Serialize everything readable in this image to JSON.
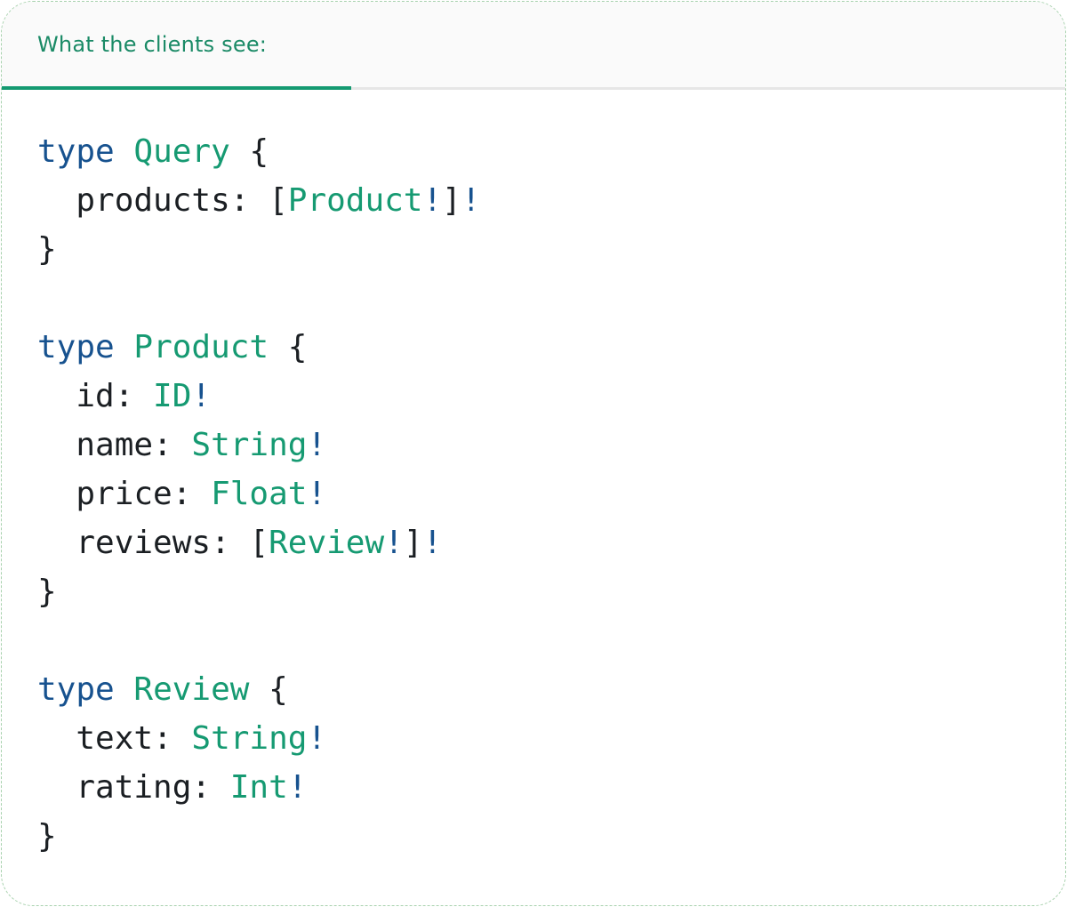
{
  "header": {
    "title": "What the clients see:"
  },
  "code": {
    "language": "graphql",
    "lines": [
      [
        [
          "k",
          "type"
        ],
        [
          "p",
          " "
        ],
        [
          "t",
          "Query"
        ],
        [
          "p",
          " {"
        ]
      ],
      [
        [
          "p",
          "  products: ["
        ],
        [
          "t",
          "Product"
        ],
        [
          "b",
          "!"
        ],
        [
          "p",
          "]"
        ],
        [
          "b",
          "!"
        ]
      ],
      [
        [
          "p",
          "}"
        ]
      ],
      [],
      [
        [
          "k",
          "type"
        ],
        [
          "p",
          " "
        ],
        [
          "t",
          "Product"
        ],
        [
          "p",
          " {"
        ]
      ],
      [
        [
          "p",
          "  id: "
        ],
        [
          "t",
          "ID"
        ],
        [
          "b",
          "!"
        ]
      ],
      [
        [
          "p",
          "  name: "
        ],
        [
          "t",
          "String"
        ],
        [
          "b",
          "!"
        ]
      ],
      [
        [
          "p",
          "  price: "
        ],
        [
          "t",
          "Float"
        ],
        [
          "b",
          "!"
        ]
      ],
      [
        [
          "p",
          "  reviews: ["
        ],
        [
          "t",
          "Review"
        ],
        [
          "b",
          "!"
        ],
        [
          "p",
          "]"
        ],
        [
          "b",
          "!"
        ]
      ],
      [
        [
          "p",
          "}"
        ]
      ],
      [],
      [
        [
          "k",
          "type"
        ],
        [
          "p",
          " "
        ],
        [
          "t",
          "Review"
        ],
        [
          "p",
          " {"
        ]
      ],
      [
        [
          "p",
          "  text: "
        ],
        [
          "t",
          "String"
        ],
        [
          "b",
          "!"
        ]
      ],
      [
        [
          "p",
          "  rating: "
        ],
        [
          "t",
          "Int"
        ],
        [
          "b",
          "!"
        ]
      ],
      [
        [
          "p",
          "}"
        ]
      ]
    ]
  },
  "colors": {
    "kw": "#17528f",
    "ty": "#169a72",
    "pl": "#1b1f23",
    "bang": "#17528f",
    "accent": "#149a71",
    "headerText": "#1a8a66",
    "divider": "#e6e6e6",
    "headerBg": "#fafafa",
    "cardBorder": "#a8d2ae",
    "cardBg": "#ffffff"
  }
}
